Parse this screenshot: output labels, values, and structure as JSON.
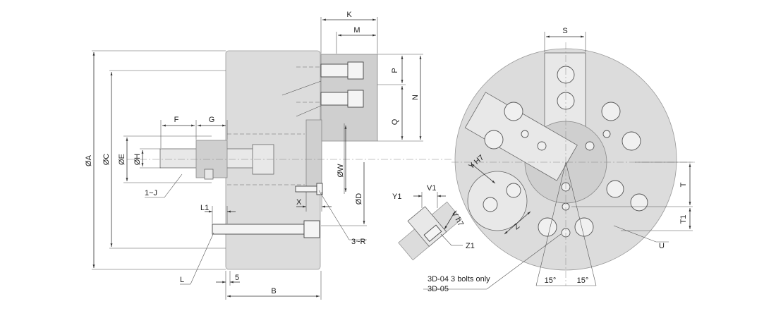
{
  "labels": {
    "dA": "ØA",
    "dC": "ØC",
    "dE": "ØE",
    "dH": "ØH",
    "F": "F",
    "G": "G",
    "K": "K",
    "M": "M",
    "P": "P",
    "N": "N",
    "Q": "Q",
    "dW": "ØW",
    "dD": "ØD",
    "X": "X",
    "range_1J": "1~J",
    "L1": "L1",
    "L": "L",
    "five": "5",
    "B": "B",
    "range_3R": "3~R",
    "S": "S",
    "YH7": "Y H7",
    "Y1": "Y1",
    "V1": "V1",
    "Vh7": "V h7",
    "Z": "Z",
    "Z1": "Z1",
    "T": "T",
    "T1": "T1",
    "U": "U",
    "note1": "3D-04 3 bolts only",
    "note2": "3D-05",
    "angle1": "15°",
    "angle2": "15°"
  },
  "colors": {
    "body": "#dcdcdc",
    "line": "#333333"
  }
}
